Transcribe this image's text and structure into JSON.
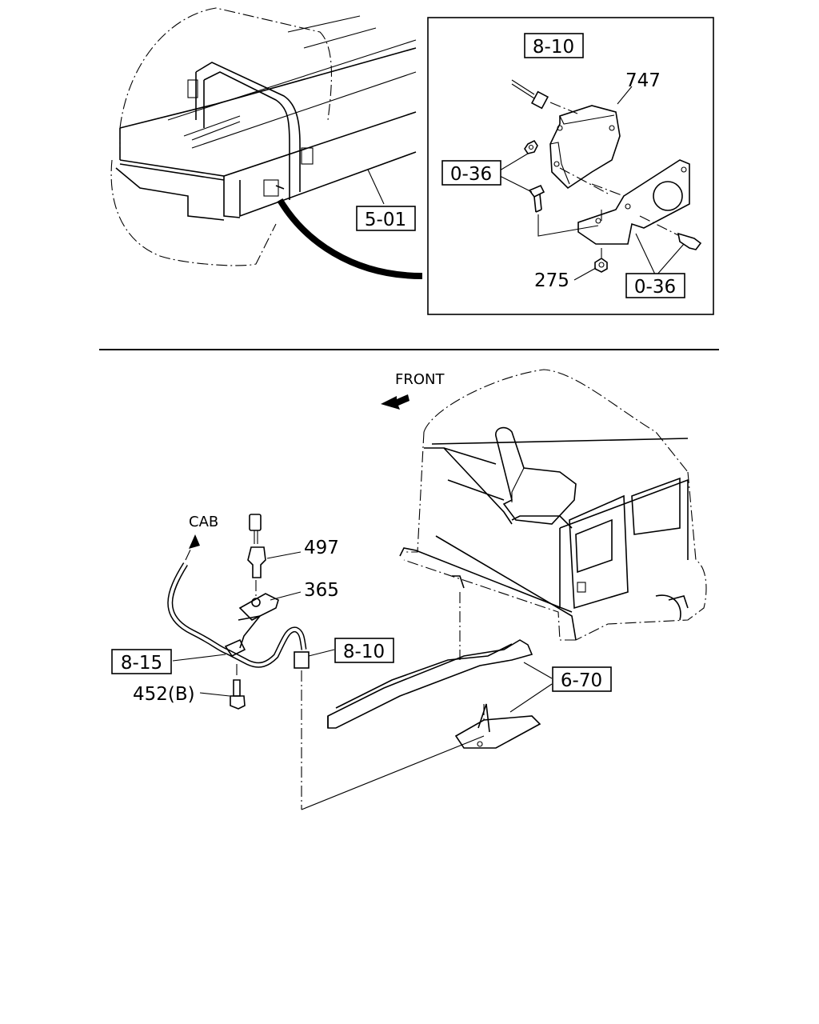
{
  "labels": {
    "inset_ref_top": "8-10",
    "part_747": "747",
    "inset_ref_bolt_left": "0-36",
    "inset_ref_bolt_right": "0-36",
    "part_275": "275",
    "ref_5_01": "5-01",
    "front": "FRONT",
    "cab": "CAB",
    "part_497": "497",
    "part_365": "365",
    "ref_8_15": "8-15",
    "ref_8_10_lower": "8-10",
    "part_452b": "452(B)",
    "ref_6_70": "6-70"
  },
  "colors": {
    "line": "#000000",
    "background": "#ffffff"
  }
}
